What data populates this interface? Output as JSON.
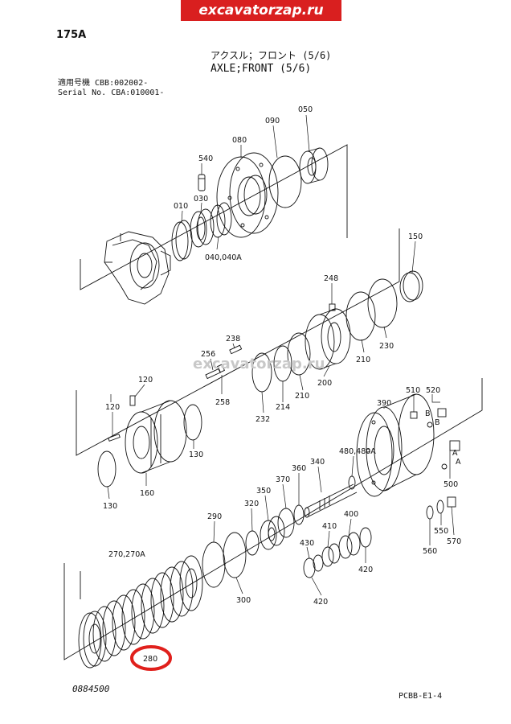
{
  "header": {
    "watermark_top": "excavatorzap.ru",
    "page_code": "175A",
    "title_jp": "アクスル；フロント (5/6)",
    "title_en": "AXLE;FRONT (5/6)",
    "serial_line1": "適用号機 CBB:002002-",
    "serial_line2": "Serial No. CBA:010001-"
  },
  "watermark_center": "excavatorzap.ru",
  "footer": {
    "doc_no": "0884500",
    "sheet_code": "PCBB-E1-4"
  },
  "highlight_color": "#e0201c",
  "parts": {
    "p010": "010",
    "p030": "030",
    "p040": "040,040A",
    "p050": "050",
    "p080": "080",
    "p090": "090",
    "p540": "540",
    "p120a": "120",
    "p120b": "120",
    "p130a": "130",
    "p130b": "130",
    "p150": "150",
    "p160": "160",
    "p200": "200",
    "p210a": "210",
    "p210b": "210",
    "p214": "214",
    "p230": "230",
    "p232": "232",
    "p238": "238",
    "p248": "248",
    "p256": "256",
    "p258": "258",
    "p270": "270,270A",
    "p280": "280",
    "p290": "290",
    "p300": "300",
    "p320": "320",
    "p340": "340",
    "p350": "350",
    "p360": "360",
    "p370": "370",
    "p390": "390",
    "p400": "400",
    "p410": "410",
    "p420a": "420",
    "p420b": "420",
    "p430": "430",
    "p480": "480,480A",
    "p500": "500",
    "p510": "510",
    "p520": "520",
    "p550": "550",
    "p560": "560",
    "p570": "570",
    "ref_a1": "A",
    "ref_a2": "A",
    "ref_b1": "B",
    "ref_b2": "B"
  }
}
